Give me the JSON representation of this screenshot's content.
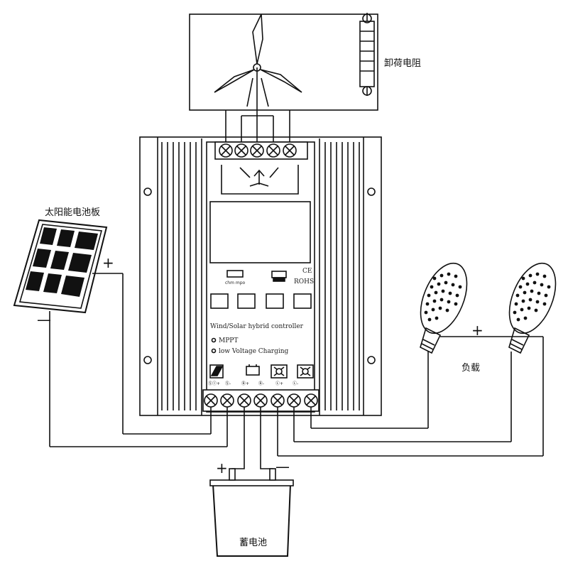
{
  "labels": {
    "dump_load": "卸荷电阻",
    "solar_panel": "太阳能电池板",
    "load": "负载",
    "battery": "蓄电池"
  },
  "controller": {
    "product_text": "Wind/Solar hybrid controller",
    "indicator_mppt": "MPPT",
    "indicator_low_voltage": "low Voltage Charging",
    "cert_ce": "CE",
    "cert_rohs": "ROHS",
    "button_note_1": "chm mpo",
    "terminal_labels": [
      "ⓈⒾ+",
      "Ⓢ-",
      "Ⓑ+",
      "Ⓑ-",
      "Ⓛ+",
      "Ⓛ-"
    ]
  },
  "polarity": {
    "solar_plus": "+",
    "solar_minus": "—",
    "load_plus": "+",
    "battery_plus": "+",
    "battery_minus": "—"
  },
  "colors": {
    "line": "#111111",
    "background": "#ffffff"
  }
}
